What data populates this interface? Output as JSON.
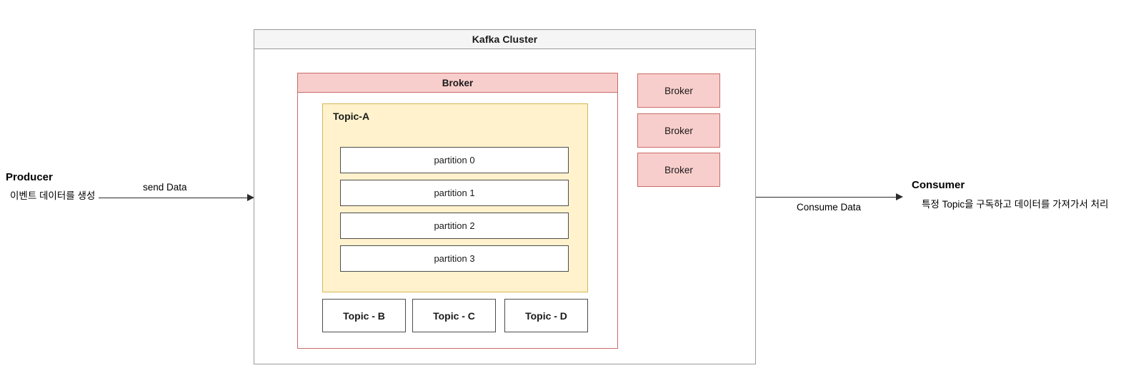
{
  "diagram": {
    "type": "kafka-architecture-flow",
    "background": "#ffffff"
  },
  "producer": {
    "title": "Producer",
    "description": "이벤트 데이터를 생성"
  },
  "consumer": {
    "title": "Consumer",
    "description": "특정 Topic을 구독하고 데이터를 가져가서 처리"
  },
  "arrows": [
    {
      "name": "send-data-arrow",
      "label": "send Data",
      "from": "producer",
      "to": "kafka-cluster",
      "direction": "right"
    },
    {
      "name": "consume-data-arrow",
      "label": "Consume Data",
      "from": "kafka-cluster",
      "to": "consumer",
      "direction": "right"
    }
  ],
  "cluster": {
    "title": "Kafka Cluster",
    "header_fill": "#f5f5f5",
    "border_color": "#9a9a9a"
  },
  "broker_main": {
    "title": "Broker",
    "fill": "#f8cecc",
    "border_color": "#c86b68"
  },
  "broker_chips": [
    {
      "label": "Broker"
    },
    {
      "label": "Broker"
    },
    {
      "label": "Broker"
    }
  ],
  "topic_a": {
    "title": "Topic-A",
    "fill": "#fff2cc",
    "border_color": "#d6b656",
    "partitions": [
      {
        "label": "partition 0"
      },
      {
        "label": "partition 1"
      },
      {
        "label": "partition 2"
      },
      {
        "label": "partition 3"
      }
    ]
  },
  "other_topics": [
    {
      "label": "Topic - B"
    },
    {
      "label": "Topic - C"
    },
    {
      "label": "Topic - D"
    }
  ]
}
